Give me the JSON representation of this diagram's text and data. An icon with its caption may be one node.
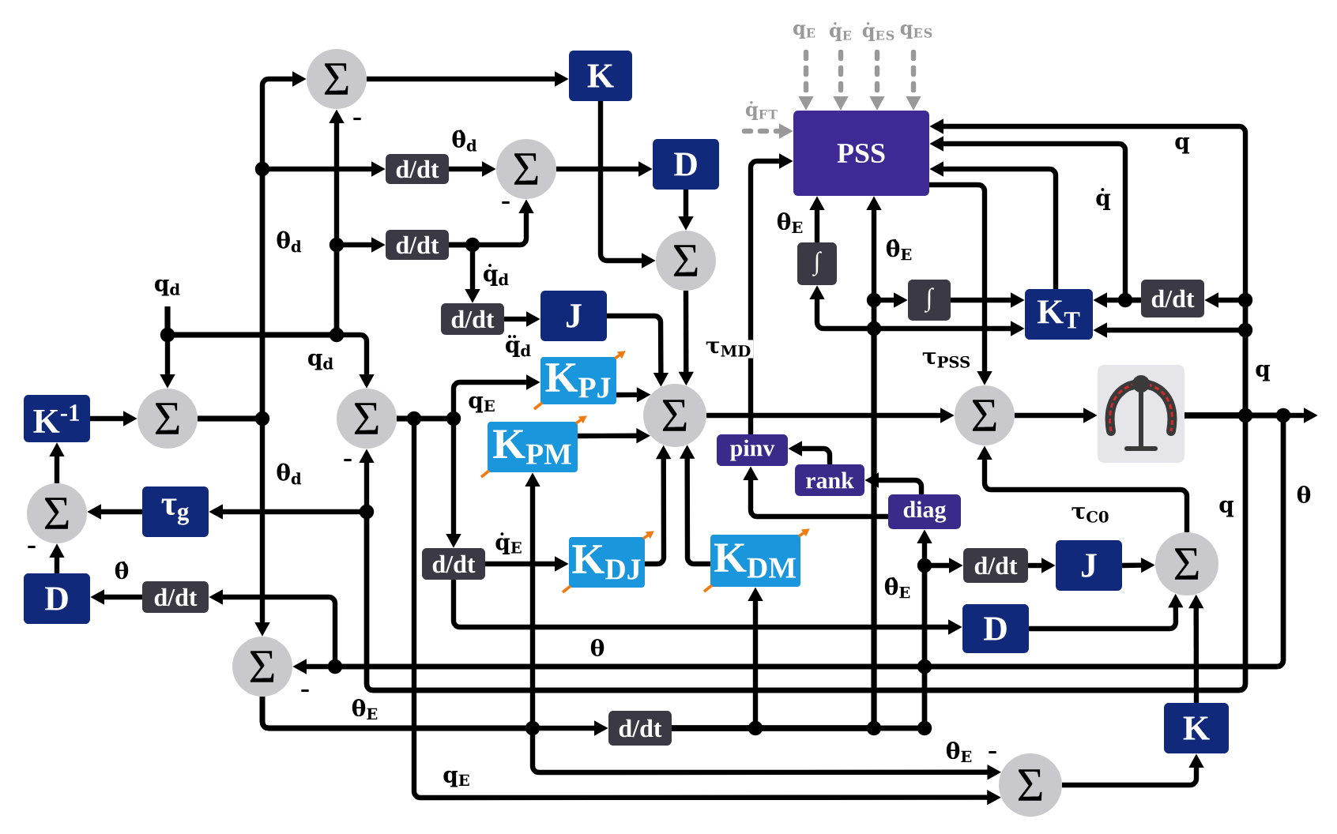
{
  "diagram": {
    "nodes": [
      {
        "text": [
          "Σ"
        ],
        "beside": [
          "-"
        ]
      },
      {
        "text": [
          "K"
        ]
      },
      {
        "text": [
          "d/dt"
        ]
      },
      {
        "text": [
          "Σ"
        ],
        "beside": [
          "-"
        ]
      },
      {
        "text": [
          "D"
        ]
      },
      {
        "text": [
          "PSS"
        ]
      },
      {
        "text": [
          "d/dt"
        ]
      },
      {
        "text": [
          "Σ"
        ]
      },
      {
        "text": [
          "∫"
        ]
      },
      {
        "text": [
          "∫"
        ]
      },
      {
        "text": [
          "K$_{T}$"
        ]
      },
      {
        "text": [
          "d/dt"
        ]
      },
      {
        "text": [
          "d/dt"
        ]
      },
      {
        "text": [
          "J"
        ]
      },
      {
        "text": [
          "K$_{PJ}$"
        ]
      },
      {
        "text": [
          "K$^{-1}$"
        ]
      },
      {
        "text": [
          "Σ"
        ]
      },
      {
        "text": [
          "Σ"
        ],
        "beside": [
          "-"
        ]
      },
      {
        "text": [
          "Σ"
        ]
      },
      {
        "text": [
          "Σ"
        ]
      },
      {
        "text": [],
        "shape": "picture"
      },
      {
        "text": [
          "K$_{PM}$"
        ]
      },
      {
        "text": [
          "pinv"
        ]
      },
      {
        "text": [
          "rank"
        ]
      },
      {
        "text": [
          "diag"
        ]
      },
      {
        "text": [
          "Σ"
        ],
        "beside": [
          "-"
        ]
      },
      {
        "text": [
          "τ$_{g}$"
        ]
      },
      {
        "text": [
          "d/dt"
        ]
      },
      {
        "text": [
          "K$_{DJ}$"
        ]
      },
      {
        "text": [
          "K$_{DM}$"
        ]
      },
      {
        "text": [
          "d/dt"
        ]
      },
      {
        "text": [
          "J"
        ]
      },
      {
        "text": [
          "Σ"
        ]
      },
      {
        "text": [
          "D"
        ]
      },
      {
        "text": [
          "d/dt"
        ]
      },
      {
        "text": [
          "D"
        ]
      },
      {
        "text": [
          "Σ"
        ],
        "beside": [
          "-"
        ]
      },
      {
        "text": [
          "d/dt"
        ]
      },
      {
        "text": [
          "K"
        ]
      },
      {
        "text": [
          "Σ"
        ],
        "beside": [
          "-"
        ]
      }
    ],
    "edges": [
      {
        "from": 0,
        "to": 1,
        "arrow": "to"
      },
      {
        "from": 1,
        "to": 7,
        "arrow": "to"
      },
      {
        "from": 16,
        "to": 0,
        "arrow": "to",
        "label": "θ$_{d}$"
      },
      {
        "from": 16,
        "to": 2,
        "arrow": "to"
      },
      {
        "from": 2,
        "to": 3,
        "arrow": "to",
        "label": "θ̇$_{d}$"
      },
      {
        "from": null,
        "to": 16,
        "arrow": "to",
        "label": "q$_{d}$"
      },
      {
        "from": null,
        "to": 0,
        "arrow": "to"
      },
      {
        "from": null,
        "to": 6,
        "arrow": "to"
      },
      {
        "from": null,
        "to": 17,
        "arrow": "to",
        "label": "q$_{d}$"
      },
      {
        "from": 6,
        "to": 3,
        "arrow": "to"
      },
      {
        "from": 6,
        "to": 12,
        "arrow": "to",
        "label": "q̇$_{d}$"
      },
      {
        "from": 3,
        "to": 4,
        "arrow": "to"
      },
      {
        "from": 4,
        "to": 7,
        "arrow": "to"
      },
      {
        "from": 12,
        "to": 13,
        "arrow": "to",
        "label": "q̈$_{d}$"
      },
      {
        "from": 13,
        "to": 18,
        "arrow": "to"
      },
      {
        "from": 7,
        "to": 18,
        "arrow": "to",
        "label": "τ$_{MD}$"
      },
      {
        "from": 17,
        "to": 14,
        "arrow": "to",
        "label": "q$_{E}$"
      },
      {
        "from": 17,
        "to": 27,
        "arrow": "to"
      },
      {
        "from": 17,
        "to": 39,
        "arrow": "to",
        "label": "q$_{E}$"
      },
      {
        "from": 14,
        "to": 18,
        "arrow": "to"
      },
      {
        "from": 21,
        "to": 18,
        "arrow": "to"
      },
      {
        "from": 28,
        "to": 18,
        "arrow": "to"
      },
      {
        "from": 29,
        "to": 18,
        "arrow": "to"
      },
      {
        "from": 18,
        "to": 19,
        "arrow": "to"
      },
      {
        "from": 5,
        "to": 19,
        "arrow": "to",
        "label": "τ$_{PSS}$"
      },
      {
        "from": 19,
        "to": 20,
        "arrow": "to"
      },
      {
        "from": 20,
        "to": null,
        "arrow": "to"
      },
      {
        "from": 20,
        "to": 5,
        "arrow": "to",
        "label": "q"
      },
      {
        "from": 20,
        "to": 11,
        "arrow": "to"
      },
      {
        "from": 20,
        "to": 10,
        "arrow": "to",
        "label": "q"
      },
      {
        "from": 11,
        "to": 10,
        "arrow": "to"
      },
      {
        "from": 11,
        "to": 5,
        "arrow": "to",
        "label": "q̇"
      },
      {
        "from": 10,
        "to": 5,
        "arrow": "to"
      },
      {
        "from": 9,
        "to": 10,
        "arrow": "to"
      },
      {
        "from": 8,
        "to": 5,
        "arrow": "to",
        "label": "θ$_{E}$"
      },
      {
        "from": 37,
        "to": 5,
        "arrow": "to",
        "label": "θ̇$_{E}$"
      },
      {
        "from": 37,
        "to": 8,
        "arrow": "to"
      },
      {
        "from": 37,
        "to": 9,
        "arrow": "to"
      },
      {
        "from": 37,
        "to": 10,
        "arrow": "to"
      },
      {
        "from": 37,
        "to": 29,
        "arrow": "to"
      },
      {
        "from": 37,
        "to": 24,
        "arrow": "to",
        "label": "θ̇$_{E}$"
      },
      {
        "from": 37,
        "to": 30,
        "arrow": "to"
      },
      {
        "from": 24,
        "to": 23,
        "arrow": "to"
      },
      {
        "from": 24,
        "to": 22,
        "arrow": "to"
      },
      {
        "from": 23,
        "to": 22,
        "arrow": "to"
      },
      {
        "from": 22,
        "to": 5,
        "arrow": "to"
      },
      {
        "from": 30,
        "to": 31,
        "arrow": "to"
      },
      {
        "from": 31,
        "to": 32,
        "arrow": "to"
      },
      {
        "from": 35,
        "to": 32,
        "arrow": "to"
      },
      {
        "from": 38,
        "to": 32,
        "arrow": "to"
      },
      {
        "from": 32,
        "to": 19,
        "arrow": "to",
        "label": "τ$_{C0}$"
      },
      {
        "from": 39,
        "to": 38,
        "arrow": "to"
      },
      {
        "from": 27,
        "to": 28,
        "arrow": "to",
        "label": "q̇$_{E}$"
      },
      {
        "from": 27,
        "to": 35,
        "arrow": "to"
      },
      {
        "from": 20,
        "to": 17,
        "arrow": "to",
        "label": "q"
      },
      {
        "from": 20,
        "to": 26,
        "arrow": "to"
      },
      {
        "from": 26,
        "to": 25,
        "arrow": "to"
      },
      {
        "from": 25,
        "to": 15,
        "arrow": "to"
      },
      {
        "from": 15,
        "to": 16,
        "arrow": "to"
      },
      {
        "from": 33,
        "to": 25,
        "arrow": "to"
      },
      {
        "from": 34,
        "to": 33,
        "arrow": "to",
        "label": "θ̇"
      },
      {
        "from": 20,
        "to": 34,
        "arrow": "to",
        "label": "θ"
      },
      {
        "from": 20,
        "to": 36,
        "arrow": "to",
        "label": "θ"
      },
      {
        "from": 16,
        "to": 36,
        "arrow": "to",
        "label": "θ$_{d}$"
      },
      {
        "from": 36,
        "to": 37,
        "arrow": "to",
        "label": "θ$_{E}$"
      },
      {
        "from": 36,
        "to": 21,
        "arrow": "to"
      },
      {
        "from": 36,
        "to": 39,
        "arrow": "to",
        "label": "θ$_{E}$"
      },
      {
        "from": null,
        "to": 5,
        "arrow": "to",
        "label": "q$_{E}$",
        "style": "dashed",
        "color": "#999999"
      },
      {
        "from": null,
        "to": 5,
        "arrow": "to",
        "label": "q̇$_{E}$",
        "style": "dashed",
        "color": "#999999"
      },
      {
        "from": null,
        "to": 5,
        "arrow": "to",
        "label": "q̇$_{E}$$_{S}$",
        "style": "dashed",
        "color": "#999999"
      },
      {
        "from": null,
        "to": 5,
        "arrow": "to",
        "label": "q$_{E}$$_{S}$",
        "style": "dashed",
        "color": "#999999"
      },
      {
        "from": null,
        "to": 5,
        "arrow": "to",
        "label": "q̇$_{F}$$_{T}$",
        "style": "dashed",
        "color": "#999999"
      }
    ]
  }
}
